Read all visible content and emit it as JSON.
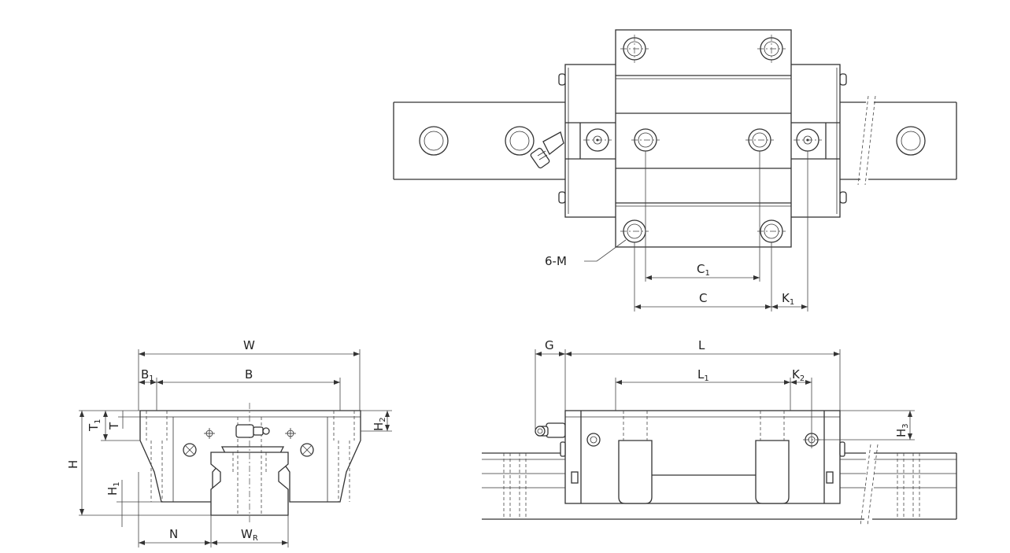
{
  "labels": {
    "mounting_holes": "6-M",
    "C1": "C",
    "C1_sub": "1",
    "C": "C",
    "K1": "K",
    "K1_sub": "1",
    "W": "W",
    "B1": "B",
    "B1_sub": "1",
    "B": "B",
    "T1": "T",
    "T1_sub": "1",
    "T": "T",
    "H2": "H",
    "H2_sub": "2",
    "H": "H",
    "H1": "H",
    "H1_sub": "1",
    "N": "N",
    "WR": "W",
    "WR_sub": "R",
    "G": "G",
    "L": "L",
    "L1": "L",
    "L1_sub": "1",
    "K2": "K",
    "K2_sub": "2",
    "H3": "H",
    "H3_sub": "3"
  }
}
